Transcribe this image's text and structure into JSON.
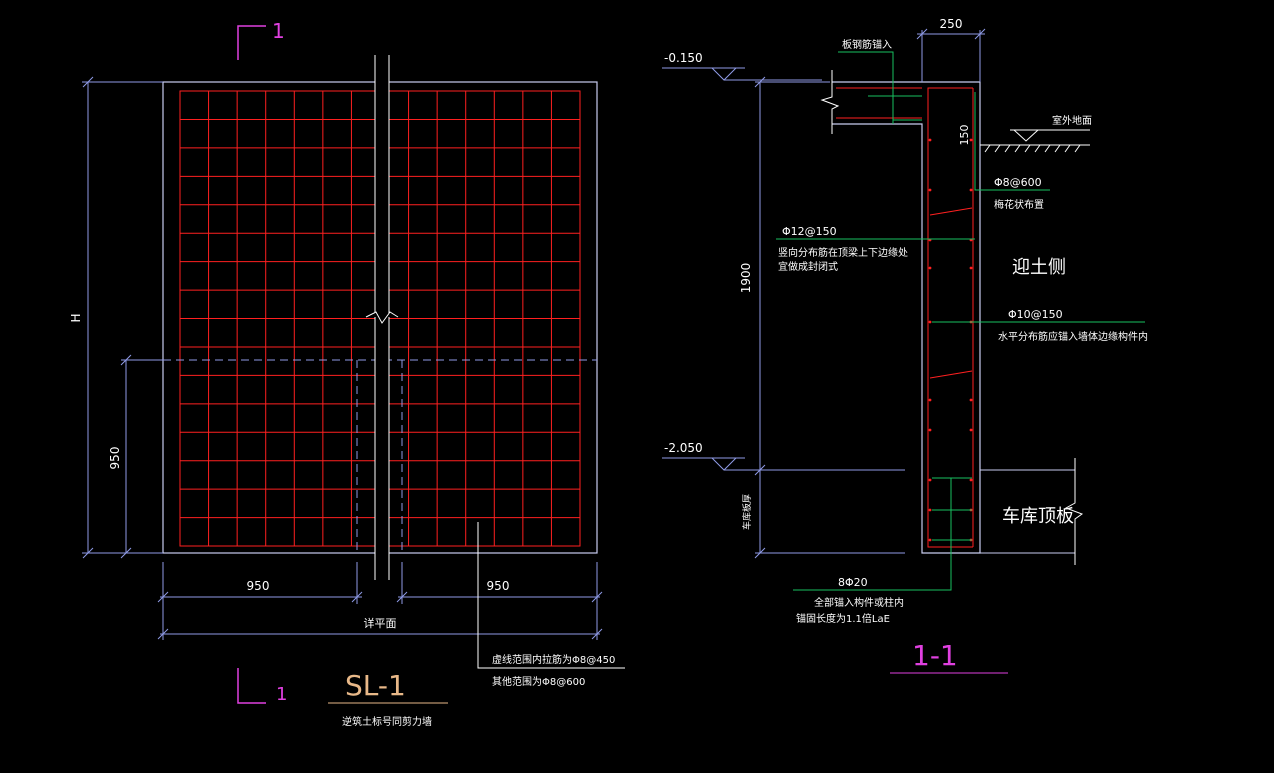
{
  "colors": {
    "background": "#000000",
    "outline": "#c8ccf0",
    "dimension": "#8f9ae6",
    "rebar": "#ff2020",
    "leader": "#18c060",
    "white": "#ffffff",
    "section_mark": "#e040e0",
    "title": "#e8b888"
  },
  "elevation": {
    "section_mark_top": "1",
    "section_mark_bottom": "1",
    "height_label": "H",
    "opening_height": "950",
    "left_width": "950",
    "right_width": "950",
    "span_label": "详平面",
    "note_line1": "虚线范围内拉筋为Φ8@450",
    "note_line2": "其他范围为Φ8@600",
    "title": "SL-1",
    "subtitle": "逆筑土标号同剪力墙"
  },
  "section": {
    "wall_thickness": "250",
    "level_top": "-0.150",
    "level_bottom": "-2.050",
    "top_rebar_note": "板钢筋锚入",
    "ground_label": "室外地面",
    "top_dim": "150",
    "tie_label": "Φ8@600",
    "tie_note": "梅花状布置",
    "vertical_label": "Φ12@150",
    "vertical_note1": "竖向分布筋在顶梁上下边缘处",
    "vertical_note2": "宜做成封闭式",
    "soil_side": "迎土侧",
    "horizontal_label": "Φ10@150",
    "horizontal_note": "水平分布筋应锚入墙体边缘构件内",
    "wall_height": "1900",
    "slab_thickness_label": "车库板厚",
    "slab_label": "车库顶板",
    "bottom_rebar_label": "8Φ20",
    "bottom_note1": "全部锚入构件或柱内",
    "bottom_note2": "锚固长度为1.1倍LaE",
    "title": "1-1"
  }
}
